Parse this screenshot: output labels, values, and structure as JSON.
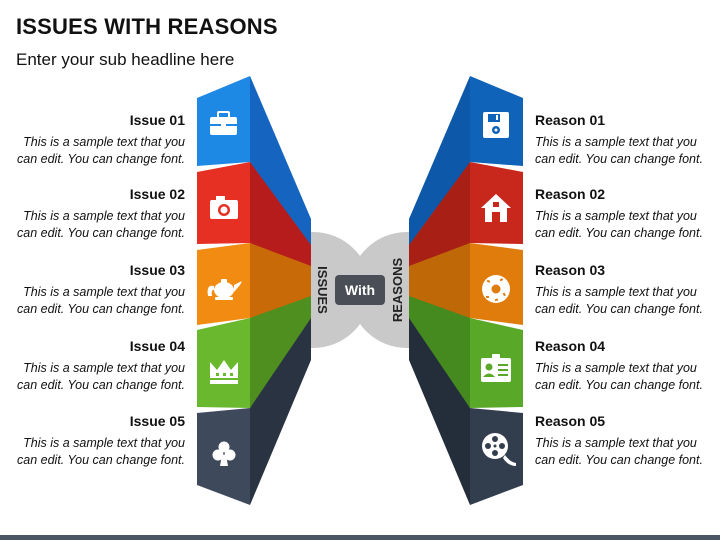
{
  "header": {
    "title": "ISSUES WITH REASONS",
    "subtitle": "Enter your sub headline here"
  },
  "center": {
    "left_label": "ISSUES",
    "middle_label": "With",
    "right_label": "REASONS"
  },
  "issues": [
    {
      "title": "Issue 01",
      "text": "This is a sample text that you can edit. You can change font.",
      "icon": "briefcase-icon",
      "color": "#1e88e5"
    },
    {
      "title": "Issue 02",
      "text": "This is a sample text that you can edit. You can change font.",
      "icon": "camera-icon",
      "color": "#e53023"
    },
    {
      "title": "Issue 03",
      "text": "This is a sample text that you can edit. You can change font.",
      "icon": "teapot-icon",
      "color": "#f28b12"
    },
    {
      "title": "Issue 04",
      "text": "This is a sample text that you can edit. You can change font.",
      "icon": "crown-icon",
      "color": "#6ab82e"
    },
    {
      "title": "Issue 05",
      "text": "This is a sample text that you can edit. You can change font.",
      "icon": "club-icon",
      "color": "#3e4a5c"
    }
  ],
  "reasons": [
    {
      "title": "Reason 01",
      "text": "This is a sample text that you can edit. You can change font.",
      "icon": "floppy-disk-icon",
      "color": "#0f63b8"
    },
    {
      "title": "Reason 02",
      "text": "This is a sample text that you can edit. You can change font.",
      "icon": "house-icon",
      "color": "#c8281c"
    },
    {
      "title": "Reason 03",
      "text": "This is a sample text that you can edit. You can change font.",
      "icon": "donut-icon",
      "color": "#e07c0c"
    },
    {
      "title": "Reason 04",
      "text": "This is a sample text that you can edit. You can change font.",
      "icon": "id-card-icon",
      "color": "#5aa828"
    },
    {
      "title": "Reason 05",
      "text": "This is a sample text that you can edit. You can change font.",
      "icon": "film-reel-icon",
      "color": "#323d4d"
    }
  ]
}
